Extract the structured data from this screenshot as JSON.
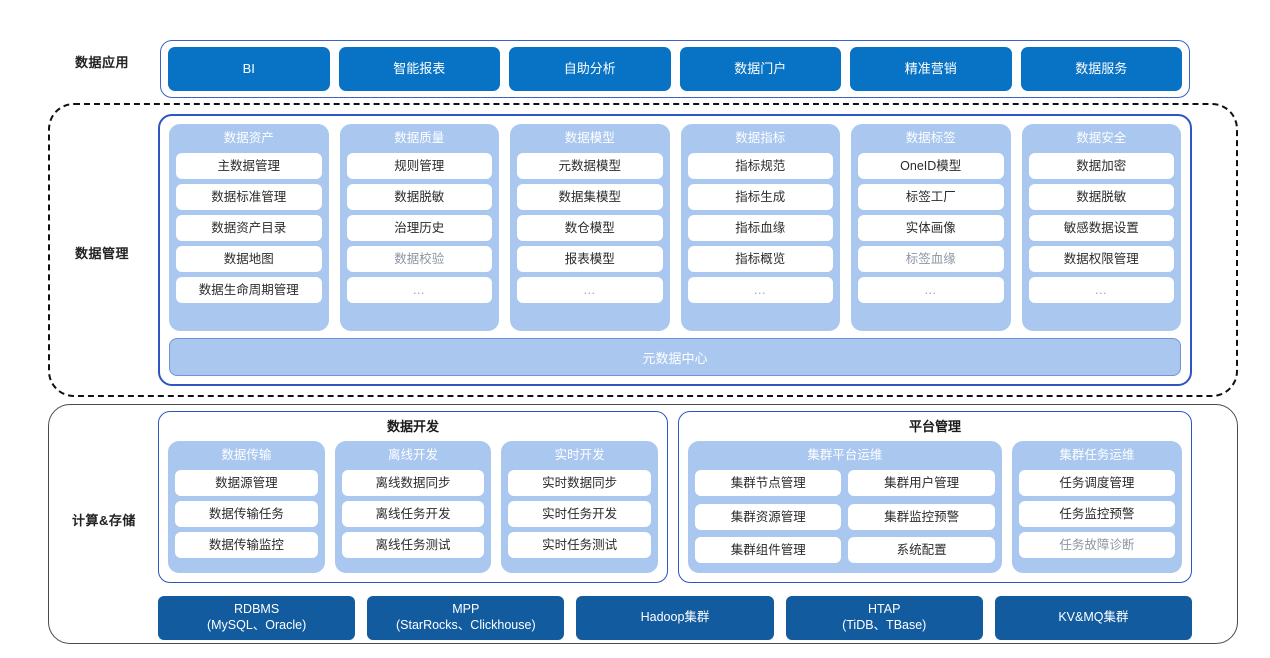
{
  "colors": {
    "app_pill": "#0872c4",
    "storage_pill": "#115b9e",
    "group_panel": "#a9c7ef",
    "inner_border": "#2f56c0",
    "dashed_border": "#111111"
  },
  "rows": {
    "application": {
      "side_label": "数据应用",
      "items": [
        {
          "label": "BI"
        },
        {
          "label": "智能报表"
        },
        {
          "label": "自助分析"
        },
        {
          "label": "数据门户"
        },
        {
          "label": "精准营销"
        },
        {
          "label": "数据服务"
        }
      ]
    },
    "management": {
      "side_label": "数据管理",
      "groups": [
        {
          "title": "数据资产",
          "items": [
            {
              "label": "主数据管理",
              "dim": false
            },
            {
              "label": "数据标准管理",
              "dim": false
            },
            {
              "label": "数据资产目录",
              "dim": false
            },
            {
              "label": "数据地图",
              "dim": false
            },
            {
              "label": "数据生命周期管理",
              "dim": false
            }
          ]
        },
        {
          "title": "数据质量",
          "items": [
            {
              "label": "规则管理",
              "dim": false
            },
            {
              "label": "数据脱敏",
              "dim": false
            },
            {
              "label": "治理历史",
              "dim": false
            },
            {
              "label": "数据校验",
              "dim": true
            },
            {
              "label": "…",
              "dim": true
            }
          ]
        },
        {
          "title": "数据模型",
          "items": [
            {
              "label": "元数据模型",
              "dim": false
            },
            {
              "label": "数据集模型",
              "dim": false
            },
            {
              "label": "数仓模型",
              "dim": false
            },
            {
              "label": "报表模型",
              "dim": false
            },
            {
              "label": "…",
              "dim": true
            }
          ]
        },
        {
          "title": "数据指标",
          "items": [
            {
              "label": "指标规范",
              "dim": false
            },
            {
              "label": "指标生成",
              "dim": false
            },
            {
              "label": "指标血缘",
              "dim": false
            },
            {
              "label": "指标概览",
              "dim": false
            },
            {
              "label": "…",
              "dim": true
            }
          ]
        },
        {
          "title": "数据标签",
          "items": [
            {
              "label": "OneID模型",
              "dim": false
            },
            {
              "label": "标签工厂",
              "dim": false
            },
            {
              "label": "实体画像",
              "dim": false
            },
            {
              "label": "标签血缘",
              "dim": true
            },
            {
              "label": "…",
              "dim": true
            }
          ]
        },
        {
          "title": "数据安全",
          "items": [
            {
              "label": "数据加密",
              "dim": false
            },
            {
              "label": "数据脱敏",
              "dim": false
            },
            {
              "label": "敏感数据设置",
              "dim": false
            },
            {
              "label": "数据权限管理",
              "dim": false
            },
            {
              "label": "…",
              "dim": true
            }
          ]
        }
      ],
      "metadata_center": "元数据中心"
    },
    "compute_storage": {
      "side_label": "计算&存储",
      "panels": [
        {
          "title": "数据开发",
          "groups": [
            {
              "title": "数据传输",
              "columns": 1,
              "items": [
                {
                  "label": "数据源管理",
                  "dim": false
                },
                {
                  "label": "数据传输任务",
                  "dim": false
                },
                {
                  "label": "数据传输监控",
                  "dim": false
                }
              ]
            },
            {
              "title": "离线开发",
              "columns": 1,
              "items": [
                {
                  "label": "离线数据同步",
                  "dim": false
                },
                {
                  "label": "离线任务开发",
                  "dim": false
                },
                {
                  "label": "离线任务测试",
                  "dim": false
                }
              ]
            },
            {
              "title": "实时开发",
              "columns": 1,
              "items": [
                {
                  "label": "实时数据同步",
                  "dim": false
                },
                {
                  "label": "实时任务开发",
                  "dim": false
                },
                {
                  "label": "实时任务测试",
                  "dim": false
                }
              ]
            }
          ]
        },
        {
          "title": "平台管理",
          "groups": [
            {
              "title": "集群平台运维",
              "columns": 2,
              "items": [
                {
                  "label": "集群节点管理",
                  "dim": false
                },
                {
                  "label": "集群用户管理",
                  "dim": false
                },
                {
                  "label": "集群资源管理",
                  "dim": false
                },
                {
                  "label": "集群监控预警",
                  "dim": false
                },
                {
                  "label": "集群组件管理",
                  "dim": false
                },
                {
                  "label": "系统配置",
                  "dim": false
                }
              ]
            },
            {
              "title": "集群任务运维",
              "columns": 1,
              "items": [
                {
                  "label": "任务调度管理",
                  "dim": false
                },
                {
                  "label": "任务监控预警",
                  "dim": false
                },
                {
                  "label": "任务故障诊断",
                  "dim": true
                }
              ]
            }
          ]
        }
      ],
      "storage": [
        {
          "line1": "RDBMS",
          "line2": "(MySQL、Oracle)"
        },
        {
          "line1": "MPP",
          "line2": "(StarRocks、Clickhouse)"
        },
        {
          "line1": "Hadoop集群",
          "line2": ""
        },
        {
          "line1": "HTAP",
          "line2": "(TiDB、TBase)"
        },
        {
          "line1": "KV&MQ集群",
          "line2": ""
        }
      ]
    }
  }
}
